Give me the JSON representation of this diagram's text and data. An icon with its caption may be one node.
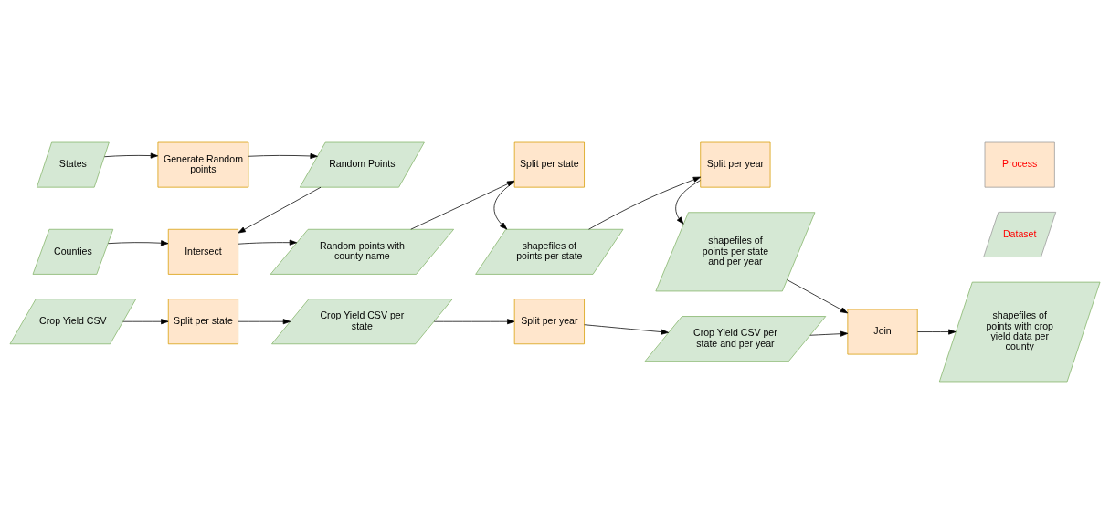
{
  "diagram": {
    "nodes": [
      {
        "text": [
          "States"
        ]
      },
      {
        "text": [
          "Generate Random points"
        ]
      },
      {
        "text": [
          "Random Points"
        ]
      },
      {
        "text": [
          "Split per state"
        ]
      },
      {
        "text": [
          "Split per year"
        ]
      },
      {
        "text": [
          "Counties"
        ]
      },
      {
        "text": [
          "Intersect"
        ]
      },
      {
        "text": [
          "Random points with county name"
        ]
      },
      {
        "text": [
          "shapefiles of points per state"
        ]
      },
      {
        "text": [
          "shapefiles of points per state and per year"
        ]
      },
      {
        "text": [
          "shapefiles of points with crop yield data per county"
        ]
      },
      {
        "text": [
          "Crop Yield CSV"
        ]
      },
      {
        "text": [
          "Split per state"
        ]
      },
      {
        "text": [
          "Crop Yield CSV per state"
        ]
      },
      {
        "text": [
          "Split per year"
        ]
      },
      {
        "text": [
          "Crop Yield CSV per state and per year"
        ]
      },
      {
        "text": [
          "Join"
        ]
      }
    ],
    "edges": [
      {
        "from": 0,
        "to": 1,
        "arrow": "to"
      },
      {
        "from": 1,
        "to": 2,
        "arrow": "to"
      },
      {
        "from": 2,
        "to": 6,
        "arrow": "to"
      },
      {
        "from": 5,
        "to": 6,
        "arrow": "to"
      },
      {
        "from": 6,
        "to": 7,
        "arrow": "to"
      },
      {
        "from": 7,
        "to": 3,
        "arrow": "to"
      },
      {
        "from": 3,
        "to": 8,
        "arrow": "to"
      },
      {
        "from": 8,
        "to": 4,
        "arrow": "to"
      },
      {
        "from": 4,
        "to": 9,
        "arrow": "to"
      },
      {
        "from": 9,
        "to": 16,
        "arrow": "to"
      },
      {
        "from": 11,
        "to": 12,
        "arrow": "to"
      },
      {
        "from": 12,
        "to": 13,
        "arrow": "to"
      },
      {
        "from": 13,
        "to": 14,
        "arrow": "to"
      },
      {
        "from": 14,
        "to": 15,
        "arrow": "to"
      },
      {
        "from": 15,
        "to": 16,
        "arrow": "to"
      },
      {
        "from": 16,
        "to": 10,
        "arrow": "to"
      }
    ],
    "legend": [
      {
        "text": "Process",
        "color": "#ffe6cc"
      },
      {
        "text": "Dataset",
        "color": "#d5e8d4"
      }
    ]
  }
}
